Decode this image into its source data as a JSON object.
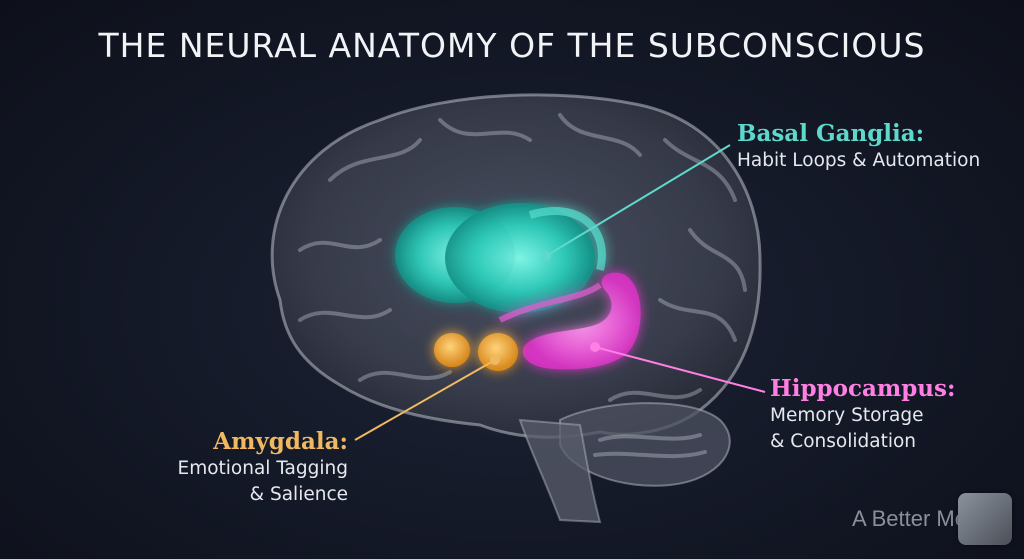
{
  "title": "THE NEURAL ANATOMY OF THE SUBCONSCIOUS",
  "regions": {
    "basal_ganglia": {
      "heading": "Basal Ganglia:",
      "line1": "Habit Loops & Automation",
      "color": "#5fd8cc"
    },
    "hippocampus": {
      "heading": "Hippocampus:",
      "line1": "Memory Storage",
      "line2": "& Consolidation",
      "color": "#ff7fe3"
    },
    "amygdala": {
      "heading": "Amygdala:",
      "line1": "Emotional Tagging",
      "line2": "& Salience",
      "color": "#f0b860"
    }
  },
  "watermark": {
    "text": "A Better Me"
  }
}
